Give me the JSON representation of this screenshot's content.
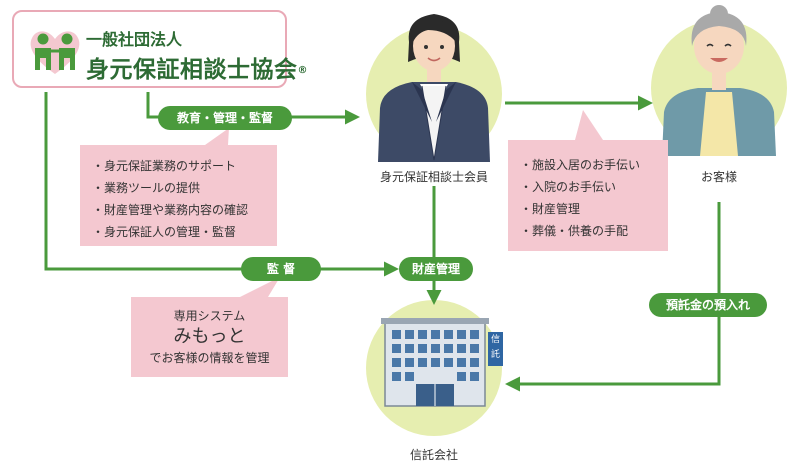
{
  "logo": {
    "subtitle": "一般社団法人",
    "title": "身元保証相談士協会",
    "registered_mark": "®"
  },
  "labels": {
    "education": "教育・管理・監督",
    "supervision": "監 督",
    "asset_management": "財産管理",
    "deposit": "預託金の預入れ"
  },
  "notes": {
    "association_support": [
      "・身元保証業務のサポート",
      "・業務ツールの提供",
      "・財産管理や業務内容の確認",
      "・身元保証人の管理・監督"
    ],
    "member_services": [
      "・施設入居のお手伝い",
      "・入院のお手伝い",
      "・財産管理",
      "・葬儀・供養の手配"
    ],
    "system": {
      "line1": "専用システム",
      "name": "みもっと",
      "line2": "でお客様の情報を管理"
    }
  },
  "nodes": {
    "member": "身元保証相談士会員",
    "customer": "お客様",
    "trust_company": "信託会社",
    "building_sign": "信託"
  },
  "colors": {
    "green": "#4a9a3c",
    "dark_green": "#2d6b34",
    "pink": "#f4c8d0",
    "circle": "#e6eeb0",
    "logo_border": "#e9a9b6"
  }
}
